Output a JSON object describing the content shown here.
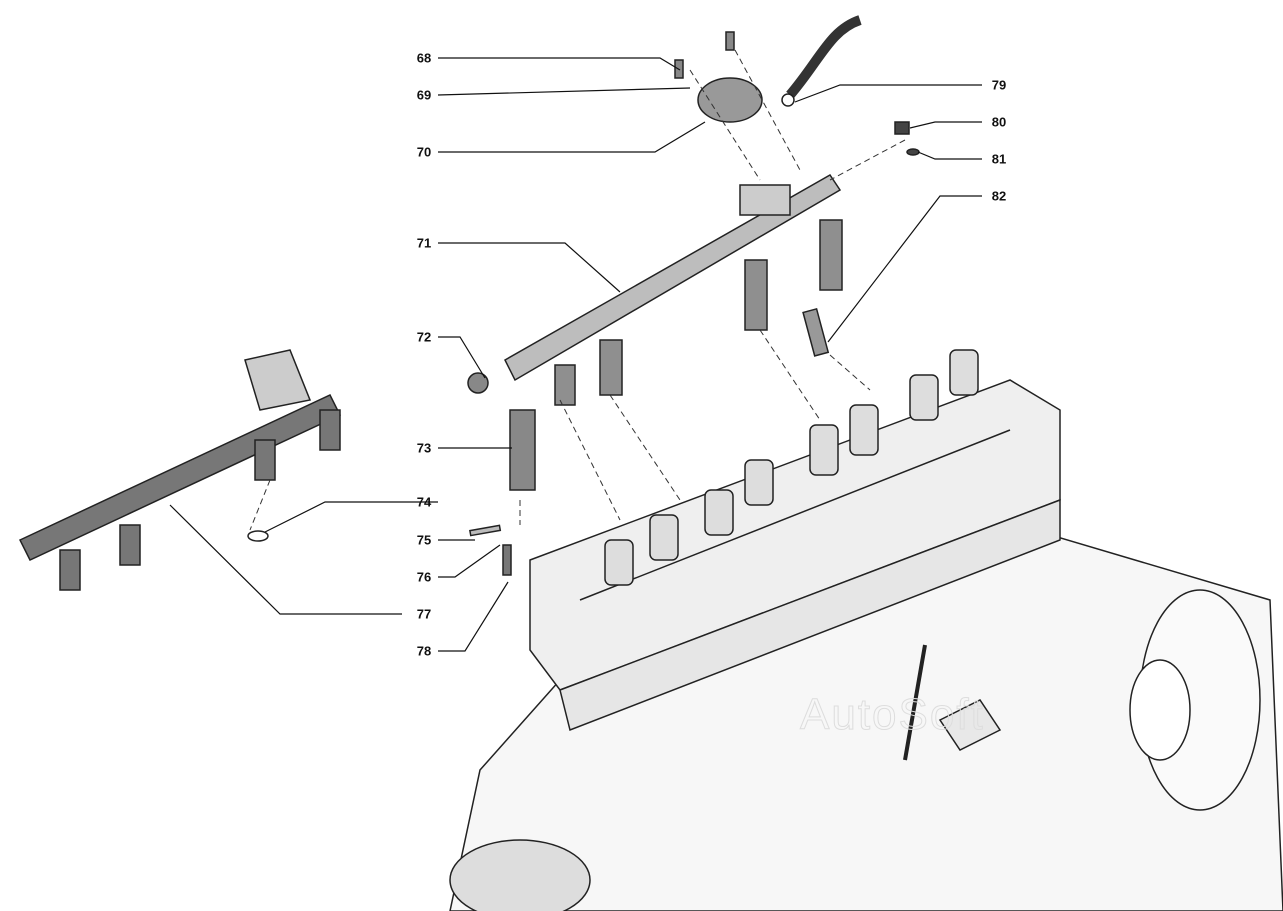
{
  "diagram": {
    "type": "exploded-parts",
    "callouts": [
      "68",
      "69",
      "70",
      "71",
      "72",
      "73",
      "74",
      "75",
      "76",
      "77",
      "78",
      "79",
      "80",
      "81",
      "82"
    ],
    "watermark": "AutoSoft"
  }
}
